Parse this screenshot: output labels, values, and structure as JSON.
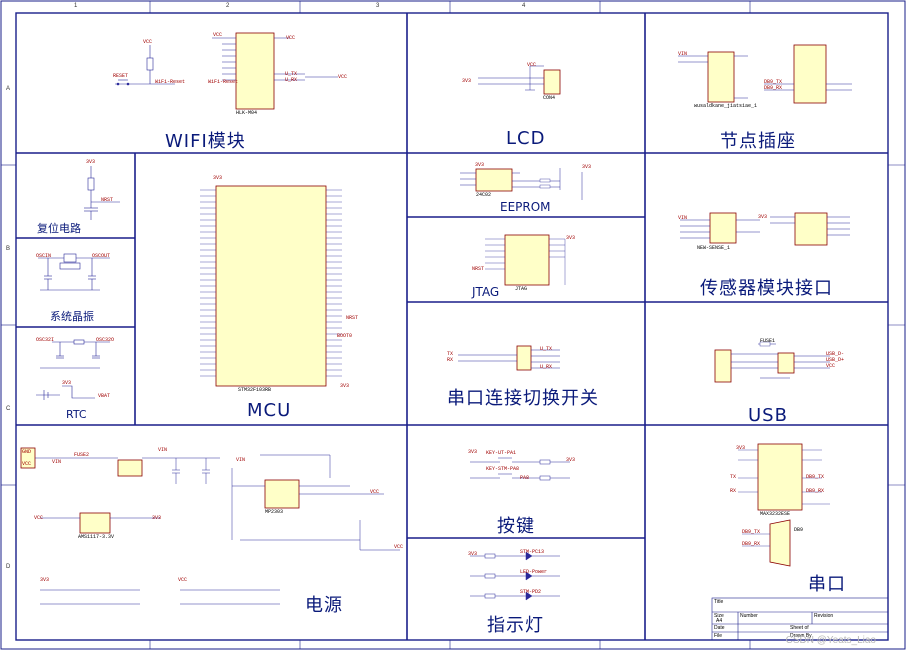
{
  "colors": {
    "border": "#1a1f8a",
    "wire": "#2a2a9a",
    "chip_fill": "#ffffc8",
    "chip_stroke": "#8b0000",
    "net_label": "#a00000",
    "title": "#0a1a7a"
  },
  "sections": {
    "wifi": "WIFI模块",
    "lcd": "LCD",
    "node_header": "节点插座",
    "reset": "复位电路",
    "mcu": "MCU",
    "eeprom": "EEPROM",
    "sensor": "传感器模块接口",
    "crystal": "系统晶振",
    "jtag": "JTAG",
    "uart_switch": "串口连接切换开关",
    "rtc": "RTC",
    "usb": "USB",
    "power": "电源",
    "keys": "按键",
    "serial": "串口",
    "leds": "指示灯"
  },
  "chips": {
    "wifi_module": "HLK-M04",
    "mcu": "STM32F103RB",
    "eeprom": "24C02",
    "jtag": "JTAG",
    "node_left": "wusaldkane_jiatsiae_1",
    "sensor": "NEW-SENSE_1",
    "usb_chip": "FUSE1",
    "serial_ic": "MAX3232ESE",
    "power_reg": "MP2303",
    "ldo": "AMS1117-3.3V",
    "lcd": "CON4",
    "db9": "DB9"
  },
  "nets": {
    "vcc": "VCC",
    "v3": "3V3",
    "gnd": "GND",
    "reset": "RESET",
    "wifi_reset": "WiFi-Reset",
    "nrst": "NRST",
    "osc_in": "OSCIN",
    "osc_out": "OSCOUT",
    "osc32_in": "OSC32I",
    "osc32_out": "OSC32O",
    "vbat": "VBAT",
    "boot0": "BOOT0",
    "vin": "VIN",
    "fuse": "FUSE2",
    "led_power": "LED-Power",
    "stm_pc13": "STM-PC13",
    "stm_pd2": "STM-PD2",
    "key1": "KEY-UT-PA1",
    "key2": "KEY-STM-PA8",
    "pa0": "PA8",
    "db9_tx": "DB9_TX",
    "db9_rx": "DB9_RX",
    "usb_dm": "USB_D-",
    "usb_dp": "USB_D+",
    "tx": "TX",
    "rx": "RX",
    "u_tx": "U_TX",
    "u_rx": "U_RX"
  },
  "title_block": {
    "title_label": "Title",
    "size_label": "Size",
    "size_value": "A4",
    "number_label": "Number",
    "revision_label": "Revision",
    "date_label": "Date",
    "file_label": "File",
    "sheet_label": "Sheet of",
    "drawn_label": "Drawn By"
  },
  "grid": {
    "columns": [
      "1",
      "2",
      "3",
      "4"
    ],
    "rows": [
      "A",
      "B",
      "C",
      "D"
    ]
  },
  "watermark": "CSDN @Yeats_Liao"
}
